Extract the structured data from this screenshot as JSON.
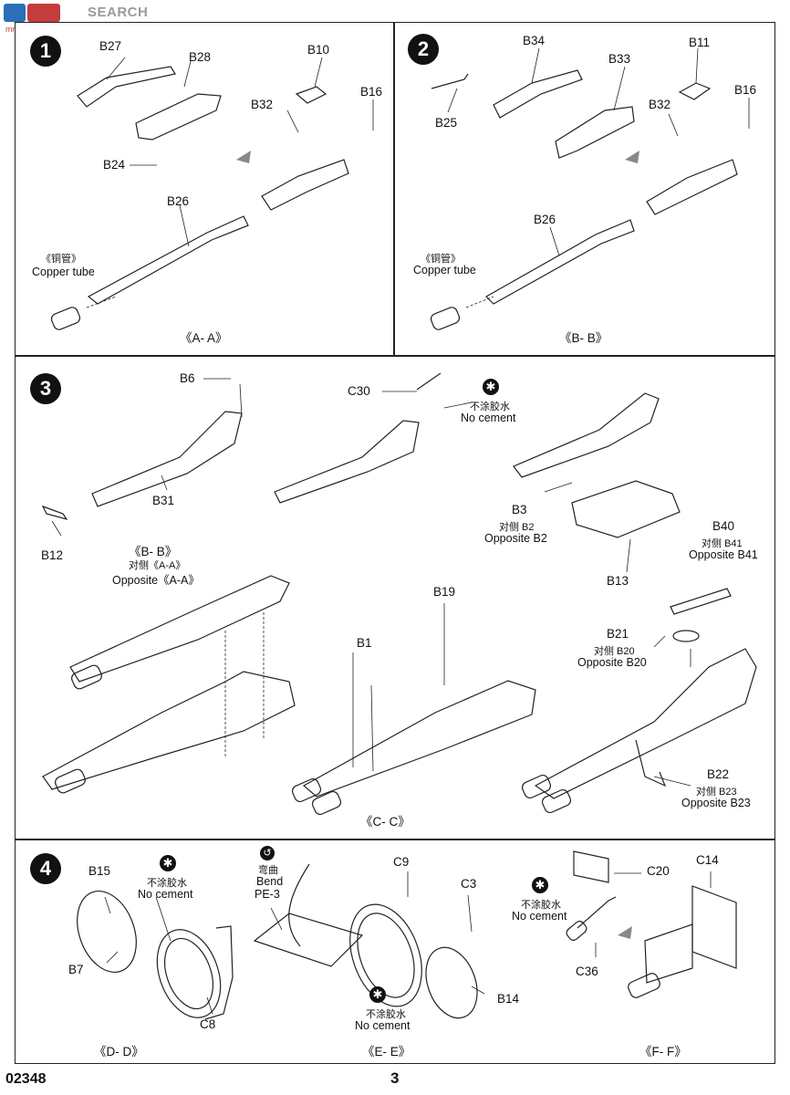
{
  "watermark": {
    "site": "SEARCH",
    "url": "mn-shop.com"
  },
  "steps": [
    "1",
    "2",
    "3",
    "4"
  ],
  "footer": {
    "product_code": "02348",
    "page_number": "3"
  },
  "step1": {
    "parts": [
      "B27",
      "B28",
      "B10",
      "B16",
      "B32",
      "B24",
      "B26"
    ],
    "tube_cn": "《铜管》",
    "tube_en": "Copper tube",
    "view": "《A- A》"
  },
  "step2": {
    "parts": [
      "B34",
      "B33",
      "B11",
      "B16",
      "B32",
      "B25",
      "B26"
    ],
    "tube_cn": "《铜管》",
    "tube_en": "Copper tube",
    "view": "《B- B》"
  },
  "step3": {
    "b6": "B6",
    "b31": "B31",
    "b12": "B12",
    "c30": "C30",
    "nocement_cn": "不涂胶水",
    "nocement_en": "No cement",
    "b3": "B3",
    "b3_cn": "对侧 B2",
    "b3_en": "Opposite B2",
    "b13": "B13",
    "b40": "B40",
    "b40_cn": "对侧 B41",
    "b40_en": "Opposite B41",
    "bb_view": "《B- B》",
    "bb_cn": "对侧《A-A》",
    "bb_en": "Opposite《A-A》",
    "b19": "B19",
    "b1": "B1",
    "b21": "B21",
    "b21_cn": "对侧 B20",
    "b21_en": "Opposite B20",
    "b22": "B22",
    "b22_cn": "对侧 B23",
    "b22_en": "Opposite B23",
    "cc_view": "《C- C》"
  },
  "step4": {
    "b15": "B15",
    "b7": "B7",
    "c8": "C8",
    "nocement_cn": "不涂胶水",
    "nocement_en": "No cement",
    "bend_cn": "弯曲",
    "bend_en": "Bend",
    "pe": "PE-3",
    "c9": "C9",
    "c3": "C3",
    "b14": "B14",
    "c20": "C20",
    "c14": "C14",
    "c36": "C36",
    "dd_view": "《D- D》",
    "ee_view": "《E- E》",
    "ff_view": "《F- F》"
  }
}
